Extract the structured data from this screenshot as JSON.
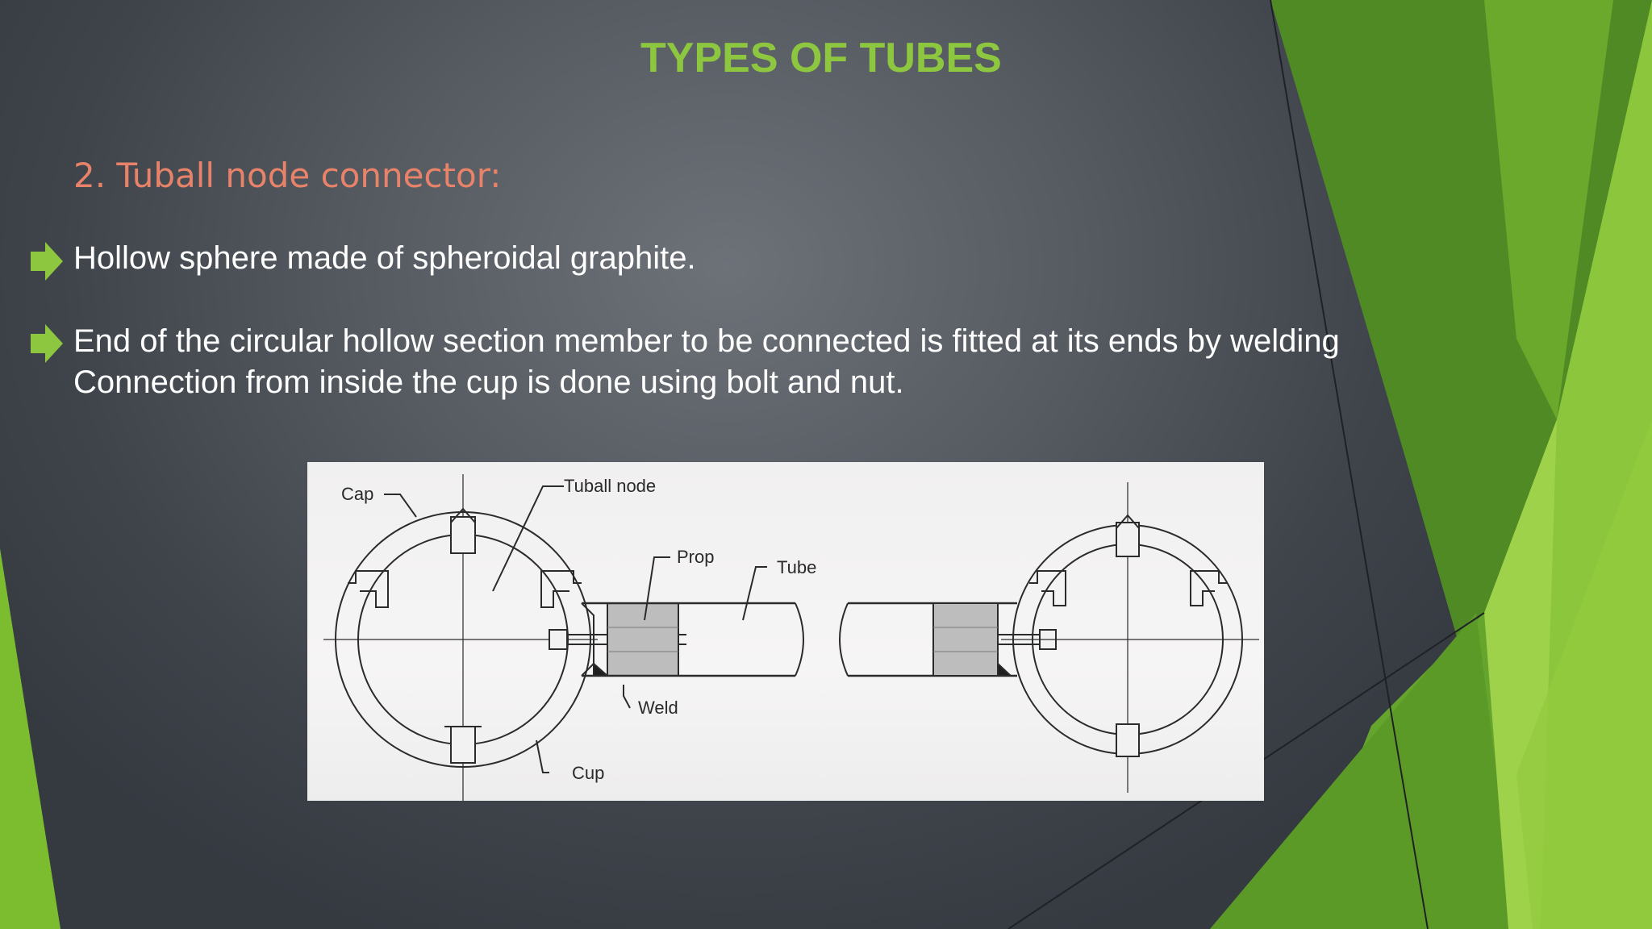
{
  "slide": {
    "title": "TYPES OF TUBES",
    "subtitle": "2. Tuball node connector:",
    "bullets": [
      {
        "lines": [
          "Hollow sphere made of spheroidal graphite."
        ]
      },
      {
        "lines": [
          "End of the circular hollow section member to be connected is fitted at its ends by welding",
          "Connection from inside the cup is done using bolt and nut."
        ]
      }
    ]
  },
  "figure": {
    "labels": {
      "cap": "Cap",
      "tuball_node": "Tuball node",
      "prop": "Prop",
      "tube": "Tube",
      "weld": "Weld",
      "cup": "Cup"
    }
  },
  "icons": {
    "bullet": "arrow-right-icon"
  },
  "colors": {
    "title": "#8dc63f",
    "subtitle": "#e8836a",
    "bullet_text": "#ffffff",
    "bullet_icon": "#8dc63f",
    "accent_green_light": "#9bd044",
    "accent_green_dark": "#4f8a25"
  }
}
